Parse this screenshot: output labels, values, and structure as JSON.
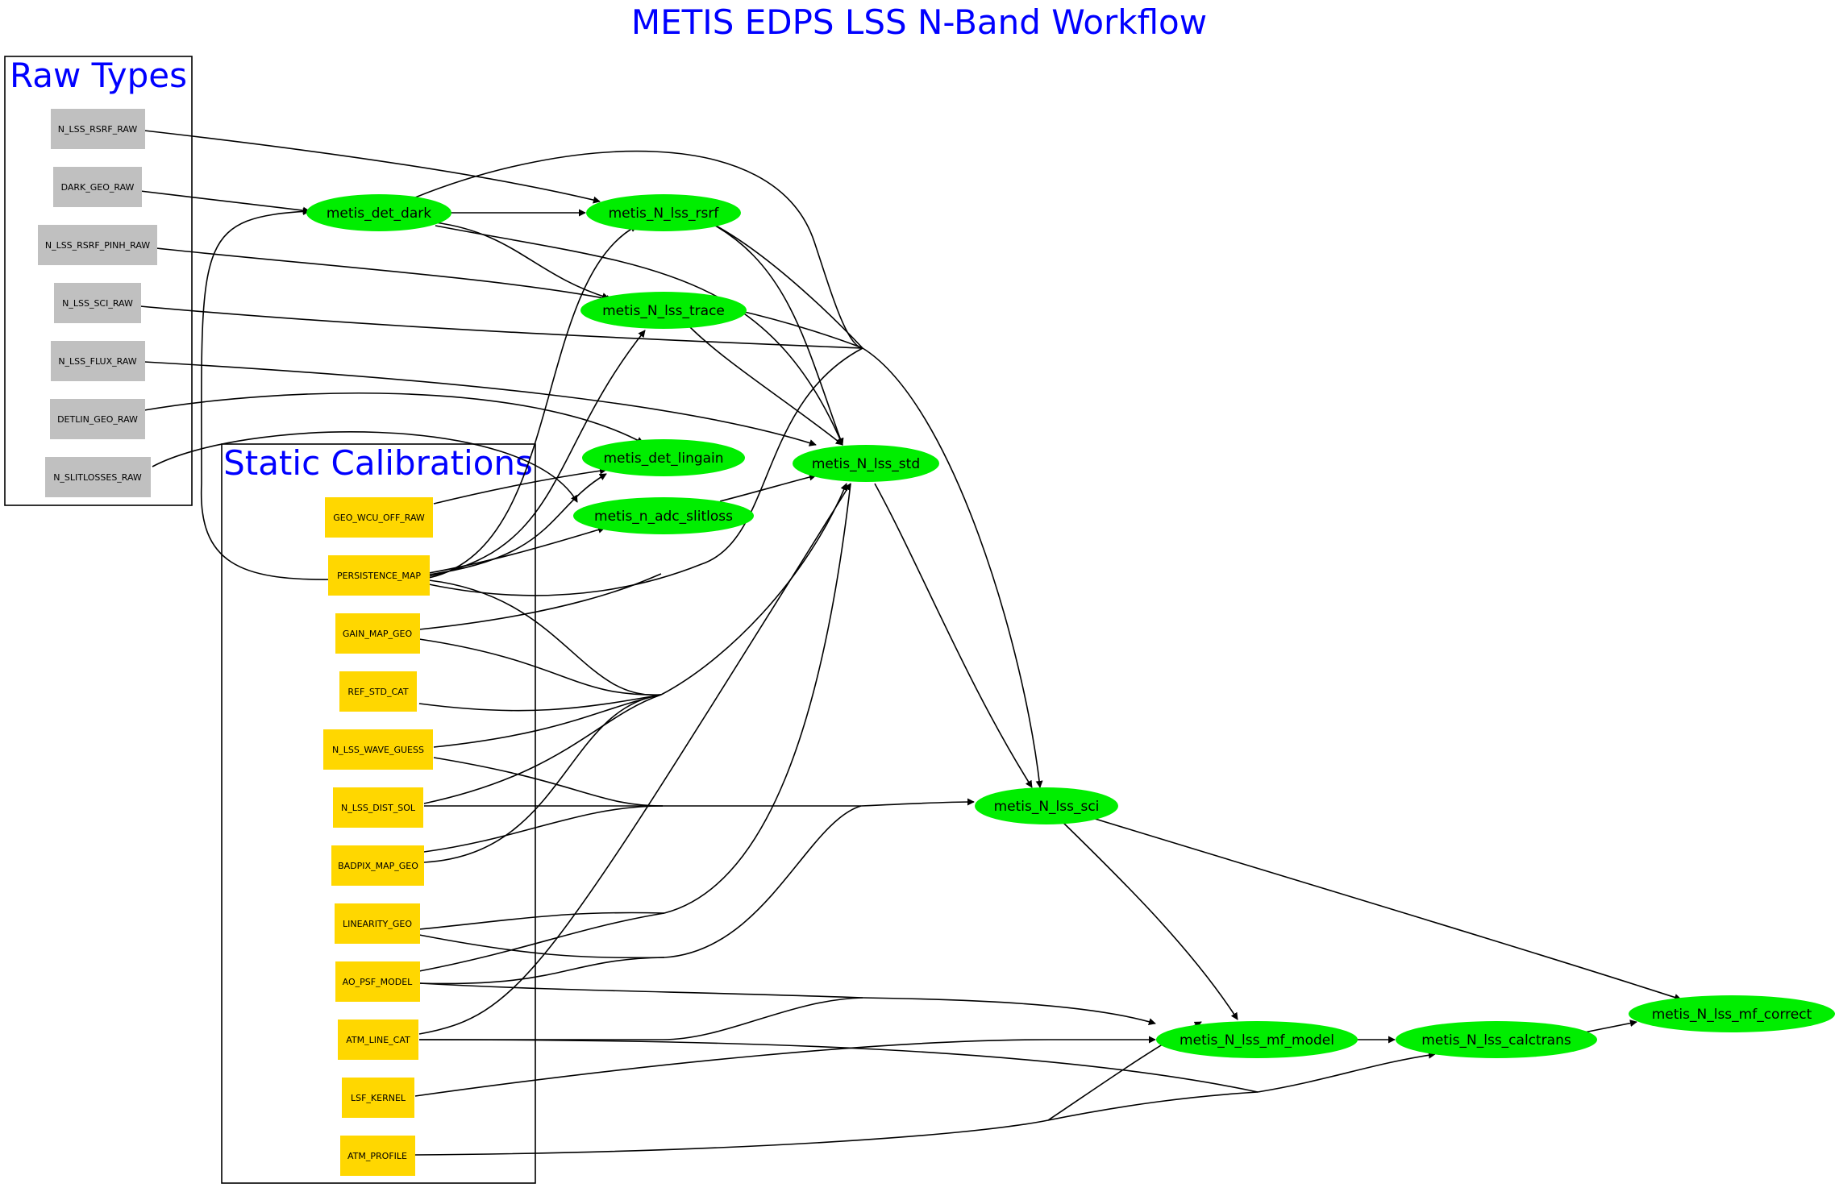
{
  "title": "METIS EDPS LSS N-Band Workflow",
  "colors": {
    "raw": "#c0c0c0",
    "static": "#ffd700",
    "task": "#00ee00",
    "title": "#0000ff"
  },
  "clusters": {
    "raw": "Raw Types",
    "static": "Static Calibrations"
  },
  "raw_types": [
    "N_LSS_RSRF_RAW",
    "DARK_GEO_RAW",
    "N_LSS_RSRF_PINH_RAW",
    "N_LSS_SCI_RAW",
    "N_LSS_FLUX_RAW",
    "DETLIN_GEO_RAW",
    "N_SLITLOSSES_RAW"
  ],
  "static_calibrations": [
    "GEO_WCU_OFF_RAW",
    "PERSISTENCE_MAP",
    "GAIN_MAP_GEO",
    "REF_STD_CAT",
    "N_LSS_WAVE_GUESS",
    "N_LSS_DIST_SOL",
    "BADPIX_MAP_GEO",
    "LINEARITY_GEO",
    "AO_PSF_MODEL",
    "ATM_LINE_CAT",
    "LSF_KERNEL",
    "ATM_PROFILE"
  ],
  "tasks": [
    "metis_det_dark",
    "metis_N_lss_rsrf",
    "metis_N_lss_trace",
    "metis_det_lingain",
    "metis_n_adc_slitloss",
    "metis_N_lss_std",
    "metis_N_lss_sci",
    "metis_N_lss_mf_model",
    "metis_N_lss_calctrans",
    "metis_N_lss_mf_correct"
  ]
}
